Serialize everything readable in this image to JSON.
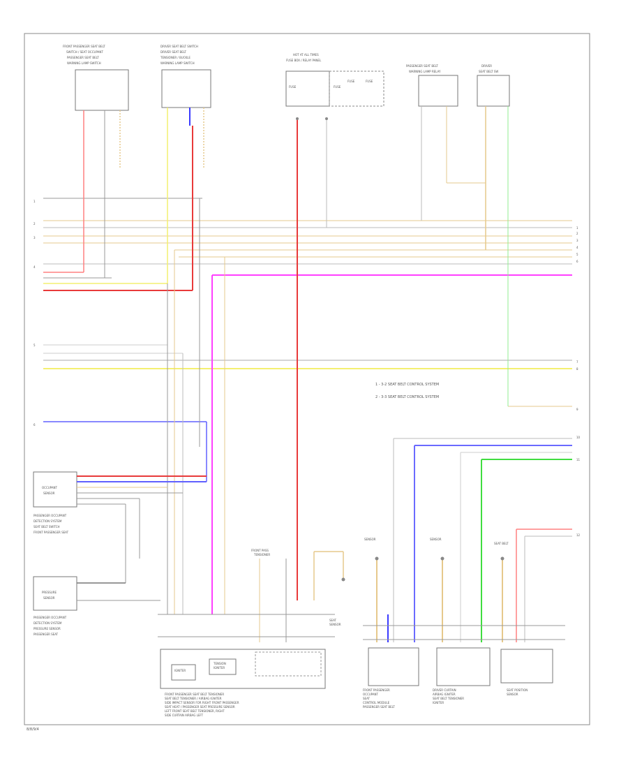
{
  "legend": {
    "item1": "1  - 3-2 SEAT BELT CONTROL SYSTEM",
    "item2": "2  - 3-3 SEAT BELT CONTROL SYSTEM"
  },
  "modules": {
    "front_passenger_seat_belt_tensioner": [
      "FRONT PASSENGER SEAT BELT TENSIONER",
      "SEAT BELT TENSIONER / AIRBAG IGNITER",
      "SIDE IMPACT SENSOR FOR RIGHT FRONT PASSENGER",
      "SEAT HEAT / PASSENGER SEAT PRESSURE SENSOR",
      "LEFT FRONT SEAT BELT TENSIONER, RIGHT",
      "SIDE CURTAIN AIRBAG LEFT"
    ],
    "front_passenger_occupant": [
      "FRONT PASSENGER",
      "OCCUPANT",
      "SEAT",
      "CONTROL MODULE",
      "PASSENGER SEAT BELT"
    ],
    "driver_curtain": [
      "DRIVER CURTAIN",
      "AIRBAG IGNITER",
      "SEAT BELT TENSIONER",
      "IGNITER"
    ],
    "seat_sensor": [
      "SEAT POSITION",
      "SENSOR"
    ],
    "left_occupant_sensor": [
      "PASSENGER OCCUPANT",
      "DETECTION SYSTEM",
      "SEAT BELT SWITCH",
      "FRONT PASSENGER SEAT"
    ],
    "left_pressure_sensor": [
      "PASSENGER OCCUPANT",
      "DETECTION SYSTEM",
      "PRESSURE SENSOR",
      "PASSENGER SEAT"
    ]
  },
  "footer": {
    "page_ref": "8/8/9/4"
  },
  "wire_colors": {
    "red": "#ff8080",
    "dark_red": "#e83a3a",
    "yellow": "#f4f070",
    "tan": "#e6c98c",
    "gray": "#9a9a9a",
    "blue": "#3b3bff",
    "magenta": "#ff40ff",
    "green": "#40dd40",
    "light_green": "#90ee90"
  }
}
